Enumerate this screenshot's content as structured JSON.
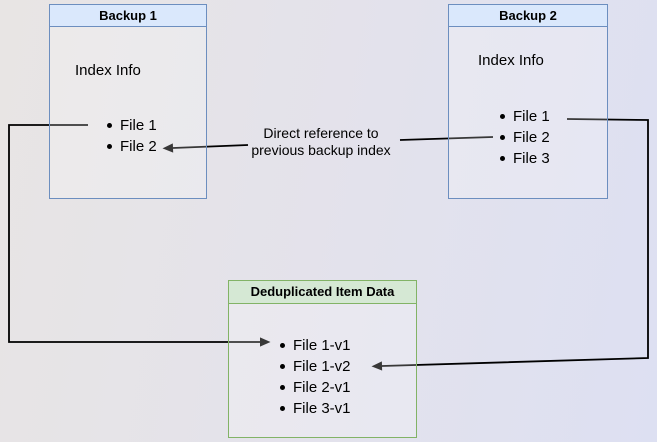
{
  "diagram": {
    "boxes": {
      "backup1": {
        "title": "Backup 1",
        "subtitle": "Index Info",
        "items": [
          "File 1",
          "File 2"
        ]
      },
      "backup2": {
        "title": "Backup 2",
        "subtitle": "Index Info",
        "items": [
          "File 1",
          "File 2",
          "File 3"
        ]
      },
      "dedup": {
        "title": "Deduplicated Item Data",
        "items": [
          "File 1-v1",
          "File 1-v2",
          "File 2-v1",
          "File 3-v1"
        ]
      }
    },
    "edge_label": {
      "line1": "Direct reference to",
      "line2": "previous backup index"
    },
    "colors": {
      "blue_box_border": "#6c8ebf",
      "blue_box_header_fill": "#dae8fc",
      "green_box_border": "#82b366",
      "green_box_header_fill": "#d5e8d4",
      "arrow": "#000000",
      "background_left": "#e8e5e4",
      "background_right": "#dde0f2"
    }
  }
}
